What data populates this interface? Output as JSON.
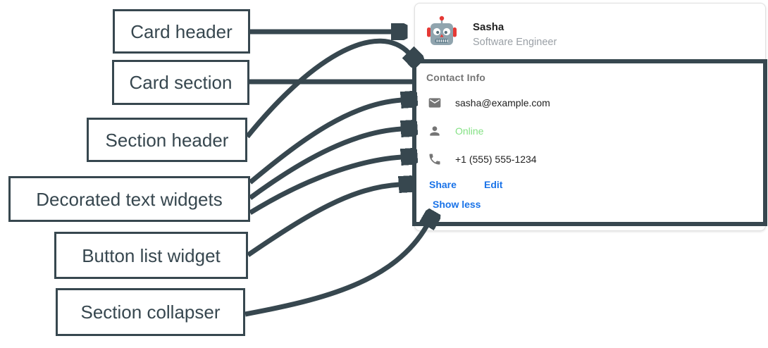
{
  "colors": {
    "annotation": "#37474F",
    "link_blue": "#1A73E8",
    "online_green": "#84E184",
    "icon_gray": "#757575",
    "subtitle_gray": "#9AA0A6",
    "card_border": "#E0E0E0",
    "text_dark": "#212121"
  },
  "annotations": {
    "labels": [
      {
        "text": "Card header",
        "target": "card-header"
      },
      {
        "text": "Card section",
        "target": "card-section"
      },
      {
        "text": "Section header",
        "target": "section-header"
      },
      {
        "text": "Decorated text widgets",
        "target": "contact-rows"
      },
      {
        "text": "Button list widget",
        "target": "button-list"
      },
      {
        "text": "Section collapser",
        "target": "show-less"
      }
    ]
  },
  "card": {
    "header": {
      "avatar": "robot-avatar",
      "name": "Sasha",
      "subtitle": "Software Engineer"
    },
    "section": {
      "title": "Contact Info",
      "rows": [
        {
          "icon": "mail-icon",
          "text": "sasha@example.com"
        },
        {
          "icon": "person-icon",
          "text": "Online",
          "status_color": "#84E184"
        },
        {
          "icon": "phone-icon",
          "text": "+1 (555) 555-1234"
        }
      ],
      "buttons": [
        {
          "label": "Share"
        },
        {
          "label": "Edit"
        }
      ],
      "collapser": {
        "label": "Show less"
      }
    }
  }
}
